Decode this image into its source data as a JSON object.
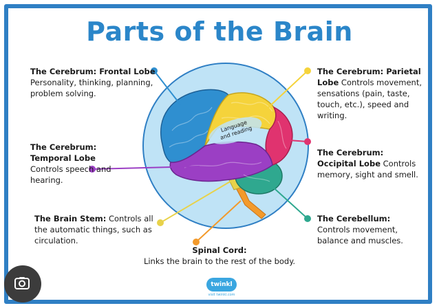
{
  "title": "Parts of the Brain",
  "center_label": {
    "line1": "Language",
    "line2": "and reading"
  },
  "labels": {
    "frontal": {
      "bold": "The Cerebrum: Frontal Lobe",
      "text": "Personality, thinking, planning, problem solving."
    },
    "parietal": {
      "bold": "The Cerebrum: Parietal Lobe",
      "text": "Controls movement, sensations (pain, taste, touch, etc.), speed and writing."
    },
    "temporal": {
      "bold": "The Cerebrum: Temporal Lobe",
      "text": "Controls speech and hearing."
    },
    "occipital": {
      "bold": "The Cerebrum: Occipital Lobe",
      "text": "Controls memory, sight and smell."
    },
    "brainstem": {
      "bold": "The Brain Stem:",
      "text": "Controls all the automatic things, such as circulation."
    },
    "cerebellum": {
      "bold": "The Cerebellum:",
      "text": "Controls movement, balance and muscles."
    },
    "spinal": {
      "bold": "Spinal Cord:",
      "text": "Links the brain to the rest of the body."
    }
  },
  "logo": {
    "name": "twinkl",
    "sub": "visit twinkl.com"
  },
  "colors": {
    "frame": "#2f7fc4",
    "title": "#2b86c9",
    "circle": "#bfe3f6",
    "frontal": "#2f8fd0",
    "parietal": "#f5d33b",
    "occipital": "#e0336f",
    "temporal": "#9b3fc4",
    "cerebellum": "#2fa88f",
    "brainstem": "#e8d24a",
    "spinal": "#f39a2b"
  },
  "icons": {
    "lens": "google-lens-icon"
  }
}
